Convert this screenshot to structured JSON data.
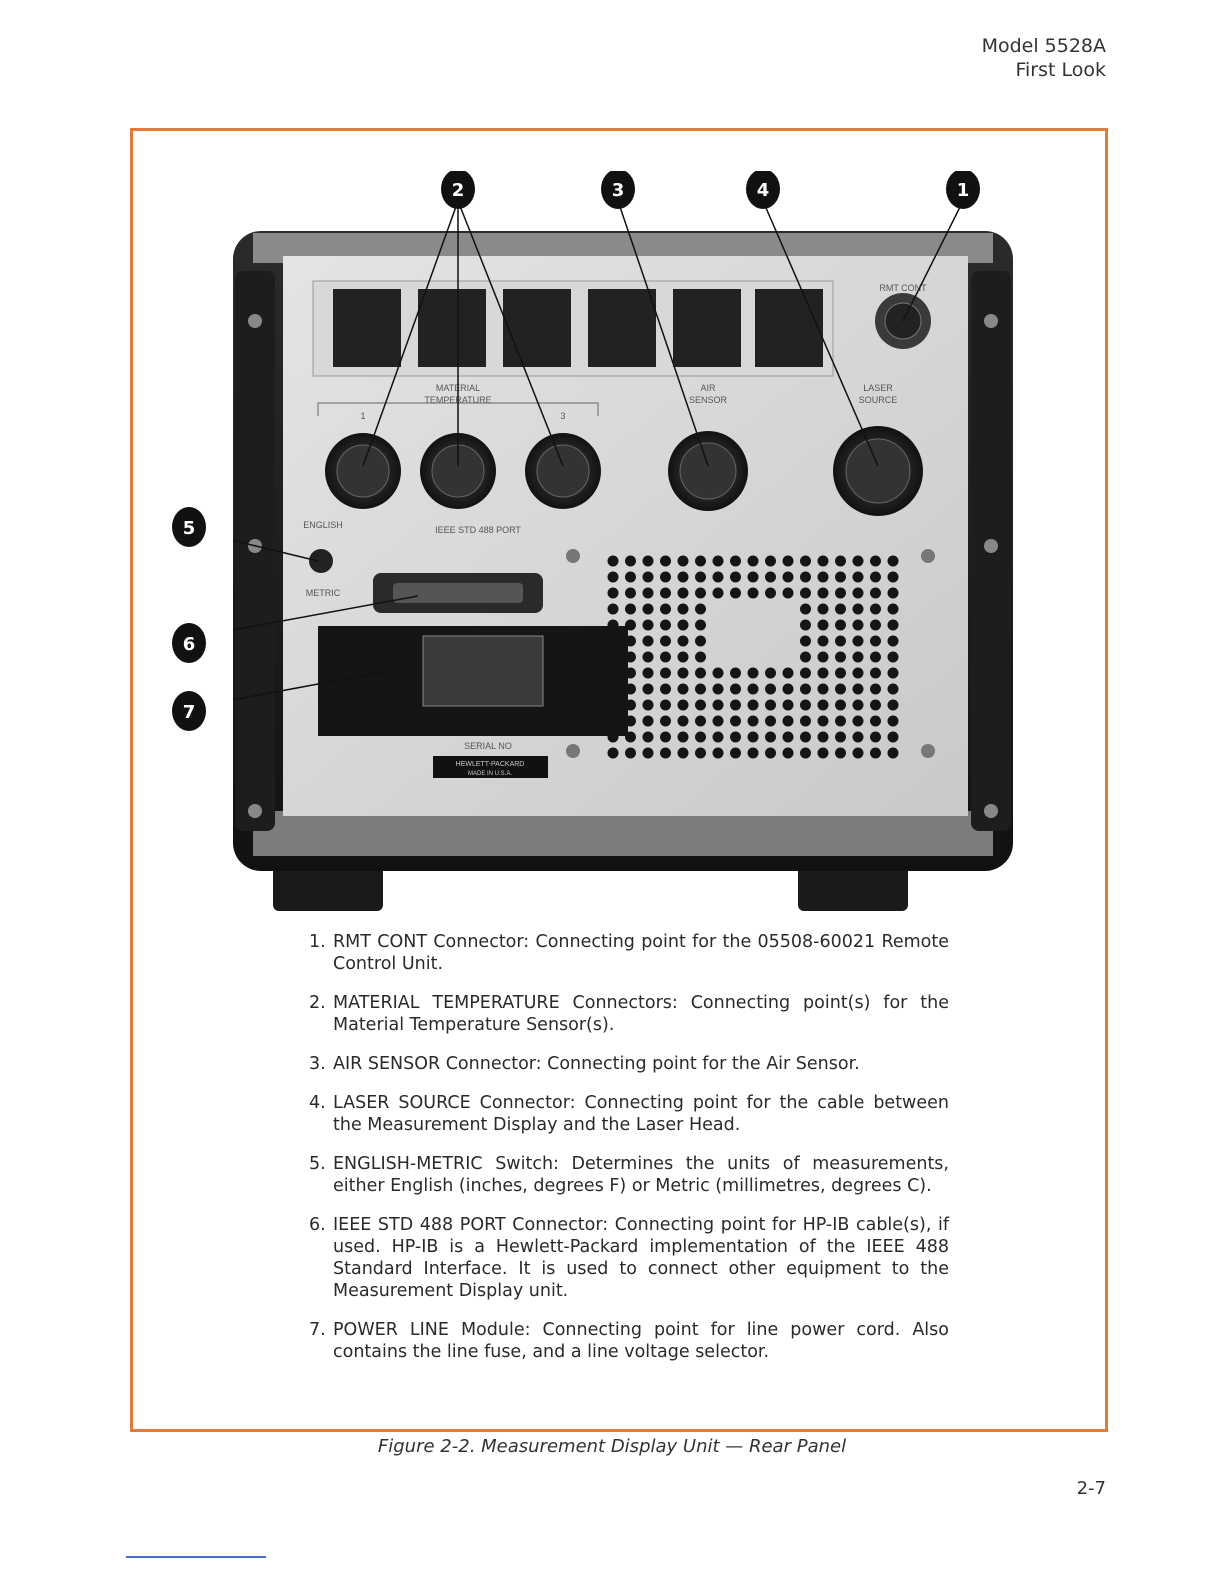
{
  "header": {
    "model": "Model 5528A",
    "section": "First Look"
  },
  "photo": {
    "badges": [
      "1",
      "2",
      "3",
      "4",
      "5",
      "6",
      "7"
    ],
    "panel_labels": {
      "material_temperature_1": "MATERIAL",
      "material_temperature_2": "TEMPERATURE",
      "mat_ch_1": "1",
      "mat_ch_3": "3",
      "air_1": "AIR",
      "air_2": "SENSOR",
      "rmt_cont": "RMT CONT",
      "laser_1": "LASER",
      "laser_2": "SOURCE",
      "english": "ENGLISH",
      "metric": "METRIC",
      "ieee": "IEEE STD 488 PORT",
      "serial": "SERIAL NO",
      "hp_1": "HEWLETT-PACKARD",
      "hp_2": "MADE IN U.S.A."
    }
  },
  "callouts": [
    {
      "num": "1.",
      "text": "RMT CONT Connector: Connecting point for the 05508-60021 Remote Control Unit."
    },
    {
      "num": "2.",
      "text": "MATERIAL TEMPERATURE Connectors: Connecting point(s) for the Material Temperature Sensor(s)."
    },
    {
      "num": "3.",
      "text": "AIR SENSOR Connector: Connecting point for the Air Sensor."
    },
    {
      "num": "4.",
      "text": "LASER SOURCE Connector: Connecting point for the cable between the Measurement Display and the Laser Head."
    },
    {
      "num": "5.",
      "text": "ENGLISH-METRIC Switch: Determines the units of measurements, either English (inches, degrees F) or Metric (millimetres, degrees C)."
    },
    {
      "num": "6.",
      "text": "IEEE STD 488 PORT Connector: Connecting point for HP-IB cable(s), if used. HP-IB is a Hewlett-Packard implementation of the IEEE 488 Standard Interface. It is used to connect other equipment to the Measurement Display unit."
    },
    {
      "num": "7.",
      "text": "POWER LINE Module: Connecting point for line power cord. Also contains the line fuse, and a line voltage selector."
    }
  ],
  "caption": "Figure 2-2. Measurement Display Unit — Rear Panel",
  "page_number": "2-7"
}
